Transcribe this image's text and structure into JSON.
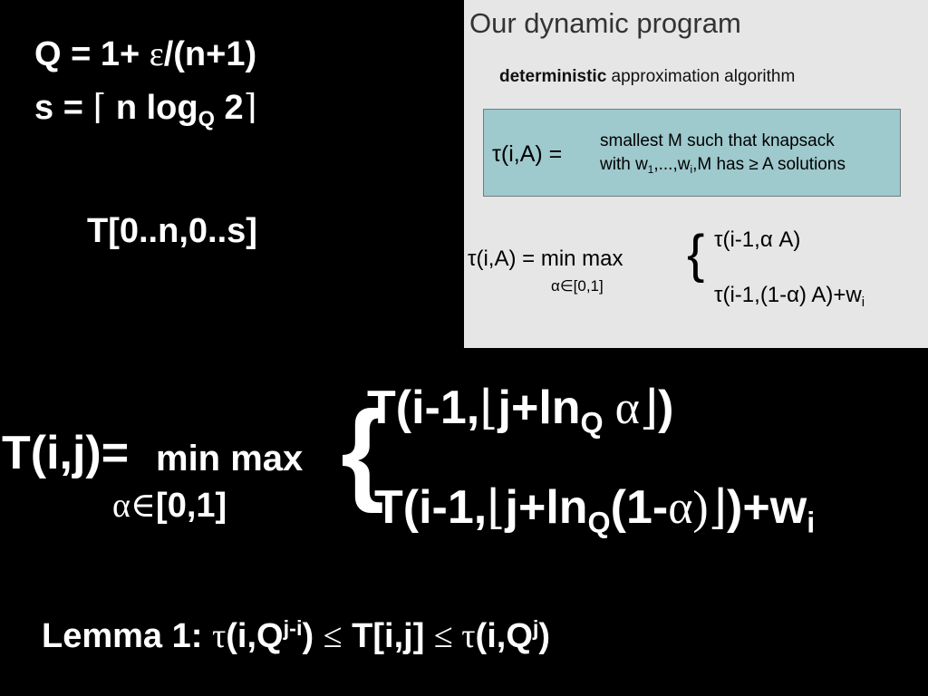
{
  "definitions": {
    "q_prefix": "Q = 1+ ",
    "q_eps": "ε",
    "q_suffix": "/(n+1)",
    "s_prefix": "s = ",
    "s_ceil_open": "⌈",
    "s_mid": " n log",
    "s_sub": "Q",
    "s_after": " 2",
    "s_ceil_close": "⌉",
    "table": "T[0..n,0..s]"
  },
  "inset": {
    "title": "Our dynamic program",
    "subtitle_bold": "deterministic",
    "subtitle_rest": " approximation algorithm",
    "box": {
      "lhs": "τ(i,A) =",
      "line1": "smallest M such that knapsack",
      "line2_a": "with w",
      "line2_sub1": "1",
      "line2_b": ",...,w",
      "line2_sub2": "i",
      "line2_c": ",M has ≥ A solutions"
    },
    "recurrence": {
      "lhs": "τ(i,A) = min  max",
      "range": "α∈[0,1]",
      "brace": "{",
      "case1": "τ(i-1,α A)",
      "case2_a": "τ(i-1,(1-α) A)+w",
      "case2_sub": "i"
    }
  },
  "recurrence": {
    "lhs": "T(i,j)=",
    "minmax": "min max",
    "range_alpha": "α∈",
    "range_interval": "[0,1]",
    "brace": "{",
    "case1_a": "T(i-1,",
    "case1_floor_open": "⌊",
    "case1_b": "j+ln",
    "case1_sub": "Q",
    "case1_alpha": " α",
    "case1_floor_close": "⌋",
    "case1_c": ")",
    "case2_a": "T(i-1,",
    "case2_floor_open": "⌊",
    "case2_b": "j+ln",
    "case2_sub": "Q",
    "case2_c": "(1-",
    "case2_alpha": "α)",
    "case2_floor_close": "⌋",
    "case2_d": ")+w",
    "case2_sub2": "i"
  },
  "lemma": {
    "label": "Lemma 1: ",
    "tau1": "τ",
    "part1": "(i,Q",
    "sup1": "j-i",
    "part2": ") ",
    "leq1": "≤",
    "part3": " T[i,j] ",
    "leq2": "≤",
    "tau2": " τ",
    "part4": "(i,Q",
    "sup2": "j",
    "part5": ")"
  }
}
